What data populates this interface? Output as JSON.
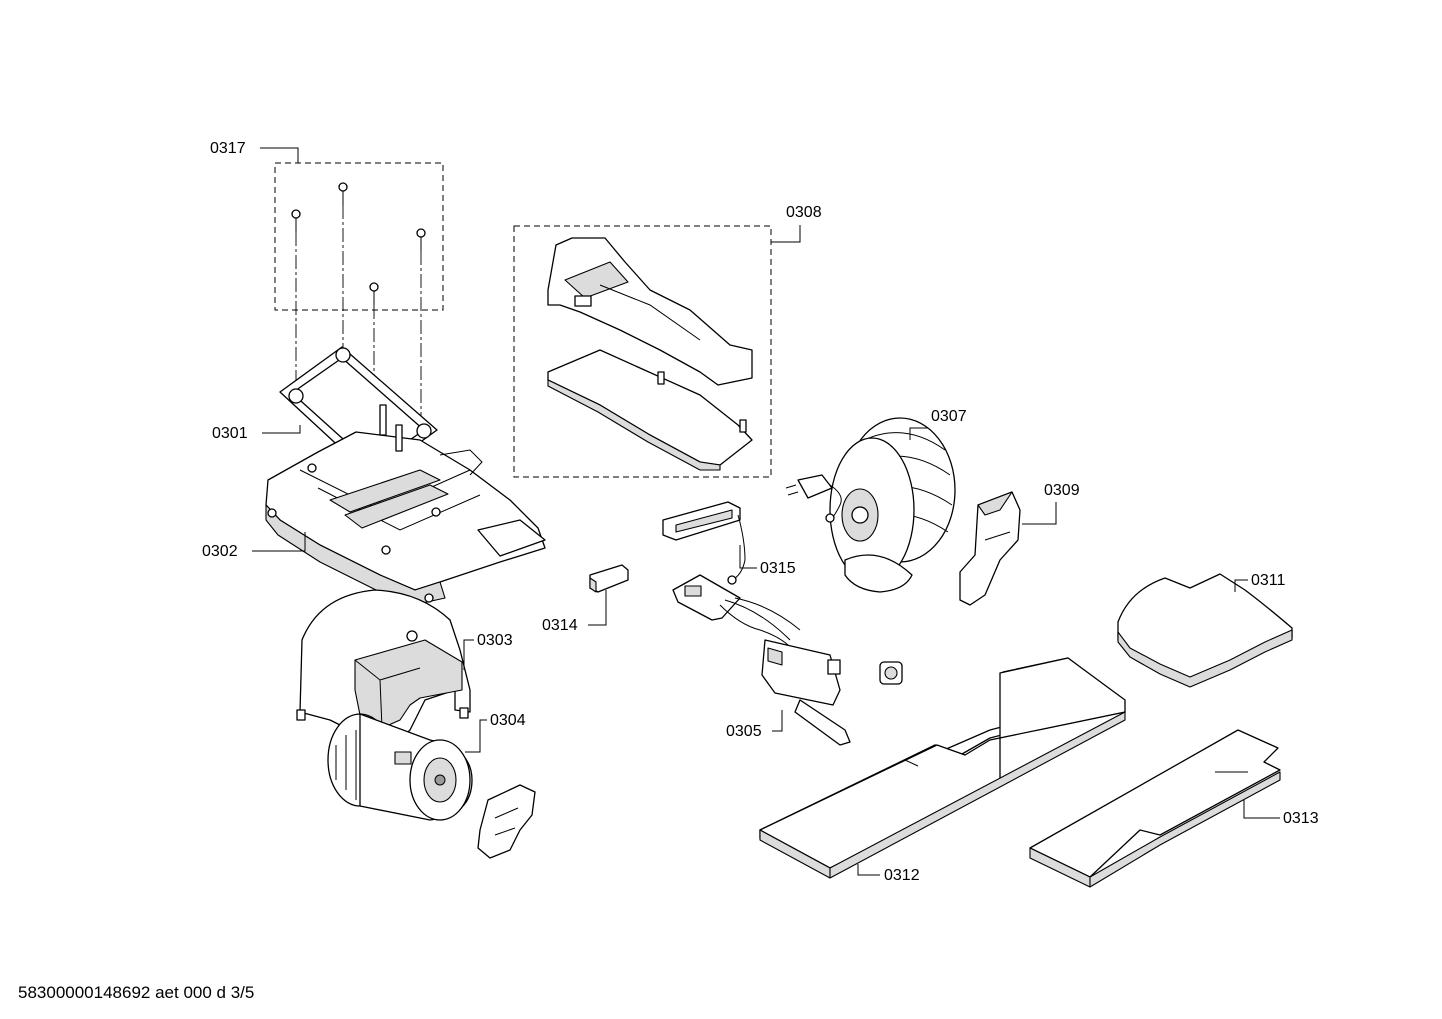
{
  "footer": {
    "doc_code": "58300000148692 aet 000 d 3/5"
  },
  "labels": {
    "p0301": "0301",
    "p0302": "0302",
    "p0303": "0303",
    "p0304": "0304",
    "p0305": "0305",
    "p0307": "0307",
    "p0308": "0308",
    "p0309": "0309",
    "p0311": "0311",
    "p0312": "0312",
    "p0313": "0313",
    "p0314": "0314",
    "p0315": "0315",
    "p0317": "0317"
  }
}
